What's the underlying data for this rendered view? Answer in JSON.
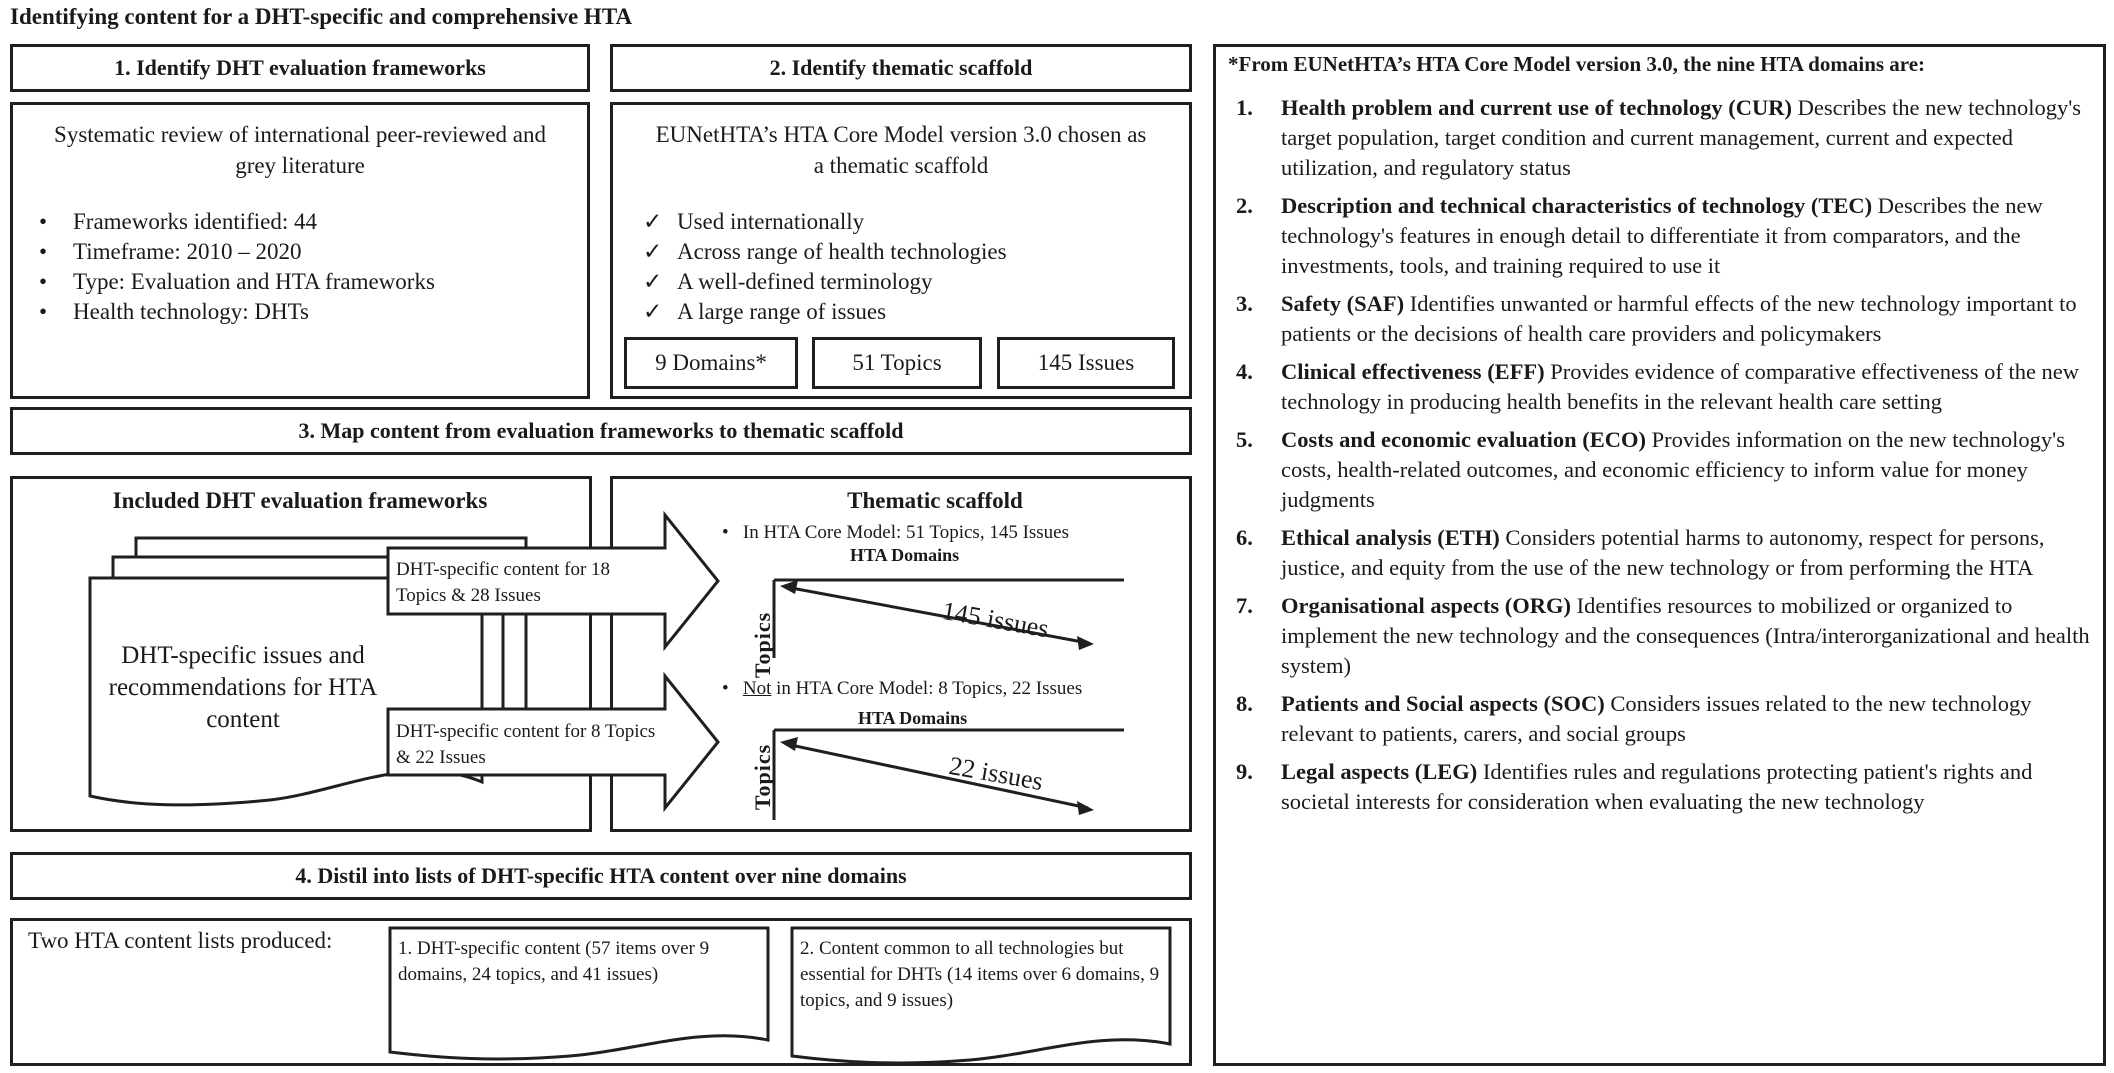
{
  "title": "Identifying content for a DHT-specific and comprehensive HTA",
  "step1": {
    "header": "1. Identify DHT evaluation frameworks",
    "intro": "Systematic review of international peer-reviewed and grey literature",
    "bullets": [
      "Frameworks identified: 44",
      "Timeframe: 2010 – 2020",
      "Type: Evaluation and HTA frameworks",
      "Health technology: DHTs"
    ]
  },
  "step2": {
    "header": "2. Identify thematic scaffold",
    "intro": "EUNetHTA’s HTA Core Model version 3.0 chosen as a thematic scaffold",
    "checks": [
      "Used internationally",
      "Across range of health technologies",
      "A well-defined terminology",
      "A large range of issues"
    ],
    "counts": [
      "9 Domains*",
      "51 Topics",
      "145 Issues"
    ]
  },
  "step3": {
    "header": "3. Map content from evaluation frameworks to thematic scaffold",
    "left_title": "Included DHT evaluation frameworks",
    "doc_text": "DHT-specific issues and recommendations for HTA content",
    "arrow1": "DHT-specific content for 18 Topics & 28 Issues",
    "arrow2": "DHT-specific content for 8 Topics & 22 Issues",
    "right_title": "Thematic scaffold",
    "in_label": "In HTA Core Model:  51 Topics, 145 Issues",
    "not_prefix": "Not",
    "not_suffix": " in HTA Core Model: 8 Topics, 22 Issues",
    "domains_label": "HTA Domains",
    "topics_label": "Topics",
    "issues1": "145 issues",
    "issues2": "22 issues"
  },
  "step4": {
    "header": "4. Distil into lists of DHT-specific HTA content over nine domains",
    "lead": "Two HTA content lists produced:",
    "list1": "1.     DHT-specific content (57 items over 9 domains,  24 topics, and 41 issues)",
    "list2": "2. Content common to all technologies but essential for DHTs (14 items over 6 domains, 9 topics, and 9 issues)"
  },
  "domains": {
    "header": "*From EUNetHTA’s HTA Core Model version 3.0, the nine HTA domains are:",
    "items": [
      {
        "num": "1.",
        "name": "Health problem and current use of technology (CUR)",
        "desc": " Describes the new technology's target population, target condition and current management, current and expected utilization, and regulatory status"
      },
      {
        "num": "2.",
        "name": "Description and technical characteristics of technology (TEC)",
        "desc": " Describes the new technology's features in enough detail to differentiate it from comparators, and the investments, tools, and training required to use it"
      },
      {
        "num": "3.",
        "name": "Safety (SAF)",
        "desc": " Identifies unwanted or harmful effects of the new technology important to patients or the decisions of health care providers and policymakers"
      },
      {
        "num": "4.",
        "name": "Clinical effectiveness (EFF)",
        "desc": " Provides evidence of comparative effectiveness of the new technology in producing health benefits in the relevant health care setting"
      },
      {
        "num": "5.",
        "name": "Costs and economic evaluation (ECO)",
        "desc": " Provides information on the new technology's costs, health-related outcomes, and economic efficiency to inform value  for money judgments"
      },
      {
        "num": "6.",
        "name": "Ethical analysis (ETH)",
        "desc": " Considers potential harms to autonomy, respect for persons, justice, and equity from the use of the new technology or from performing the HTA"
      },
      {
        "num": "7.",
        "name": "Organisational aspects (ORG)",
        "desc": " Identifies resources to mobilized or organized to implement the new technology and the consequences (Intra/interorganizational and health system)"
      },
      {
        "num": "8.",
        "name": "Patients and Social aspects (SOC)",
        "desc": " Considers issues related to the new technology relevant to patients, carers, and social groups"
      },
      {
        "num": "9.",
        "name": "Legal aspects (LEG)",
        "desc": " Identifies rules and regulations protecting patient's rights and societal interests for consideration when evaluating the new technology"
      }
    ]
  }
}
